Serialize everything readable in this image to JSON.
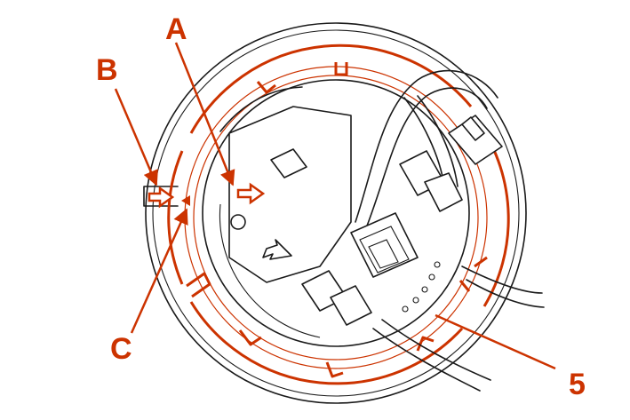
{
  "callouts": {
    "a": "A",
    "b": "B",
    "c": "C",
    "five": "5"
  },
  "colors": {
    "accent": "#cc3300",
    "line": "#1a1a1a",
    "background": "#ffffff"
  },
  "icons": {
    "direction_arrow": "outline-arrow-icon",
    "connector": "electrical-connector-icon"
  }
}
